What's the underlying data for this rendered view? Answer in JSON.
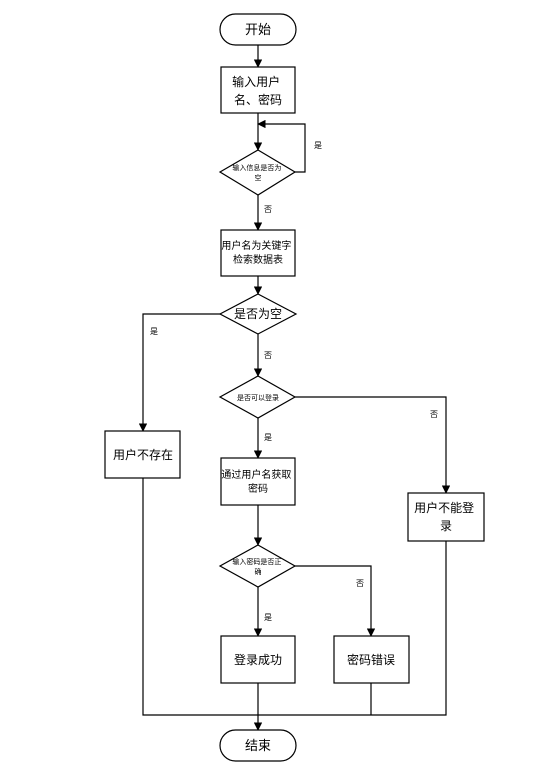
{
  "nodes": {
    "start": "开始",
    "input": [
      "输入用户",
      "名、密码"
    ],
    "check_input_empty": [
      "输入信息是否为",
      "空"
    ],
    "search_db": [
      "用户名为关键字",
      "检索数据表"
    ],
    "check_empty": "是否为空",
    "user_not_exist": "用户不存在",
    "check_can_login": "是否可以登录",
    "get_password": [
      "通过用户名获取",
      "密码"
    ],
    "cannot_login": [
      "用户不能登",
      "录"
    ],
    "check_password": [
      "输入密码是否正",
      "确"
    ],
    "login_success": "登录成功",
    "password_error": "密码错误",
    "end": "结束"
  },
  "edge_labels": {
    "input_empty_yes": "是",
    "input_empty_no": "否",
    "empty_yes": "是",
    "empty_no": "否",
    "can_login_no": "否",
    "can_login_yes": "是",
    "password_no": "否",
    "password_yes": "是"
  }
}
